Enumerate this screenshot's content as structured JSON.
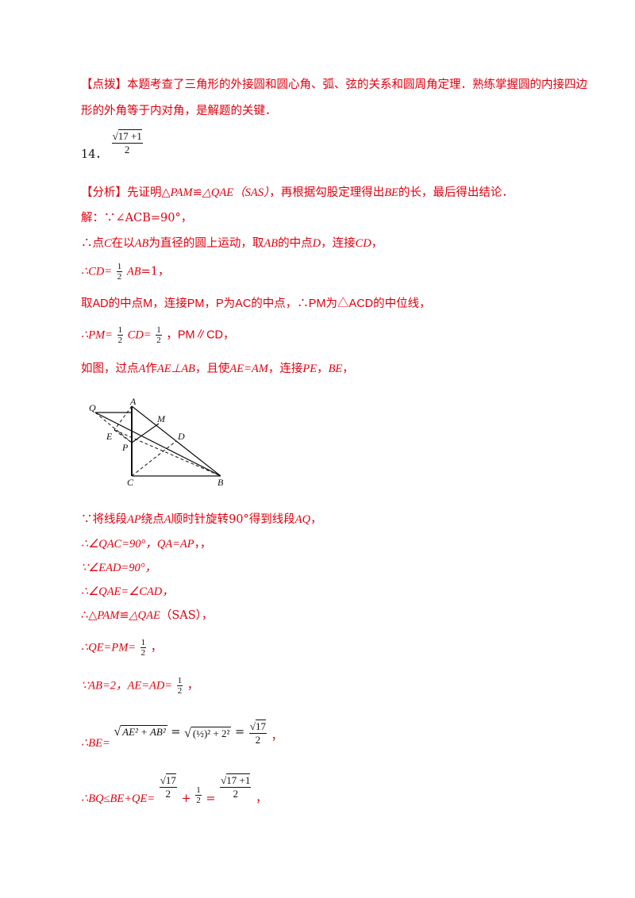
{
  "hint": {
    "tag": "【点拨】",
    "text_1": "本题考查了三角形的外接圆和圆心角、弧、弦的关系和圆周角定理．熟练掌握圆的内接四边",
    "text_2": "形的外角等于内对角，是解题的关键．"
  },
  "q14": {
    "number": "14．",
    "answer_num": "17 +1",
    "answer_den": "2"
  },
  "analysis": {
    "tag": "【分析】",
    "text_a": "先证明△",
    "t1": "PAM",
    "text_b": "≌",
    "t2": "△QAE",
    "t3": "（SAS）",
    "text_c": "，再根据勾股定理得出",
    "t4": "BE",
    "text_d": "的长，最后得出结论．"
  },
  "steps": {
    "s1": "解：∵∠ACB=90°，",
    "s2_a": "∴点",
    "s2_c": "C",
    "s2_b": "在以",
    "s2_ab": "AB",
    "s2_d": "为直径的圆上运动，取",
    "s2_ab2": "AB",
    "s2_e": "的中点",
    "s2_dd": "D",
    "s2_f": "，连接",
    "s2_cd": "CD",
    "s2_g": "，",
    "s3_a": "∴CD=",
    "s3_b": "AB",
    "s3_c": "=1，",
    "s4": "取AD的中点M，连接PM，P为AC的中点，∴PM为△ACD的中位线，",
    "s5_a": "∴PM=",
    "s5_b": "CD=",
    "s5_c": "，PM∥CD，",
    "s6_a": "如图，过点",
    "s6_p": "A",
    "s6_b": "作",
    "s6_ae": "AE⊥AB",
    "s6_c": "，且使",
    "s6_eq": "AE=AM",
    "s6_d": "，连接",
    "s6_pe": "PE",
    "s6_e": "，",
    "s6_be": "BE",
    "s6_f": "，",
    "r1_a": "∵将线段",
    "r1_ap": "AP",
    "r1_b": "绕点",
    "r1_a2": "A",
    "r1_c": "顺时针旋转90°得到线段",
    "r1_aq": "AQ",
    "r1_d": "，",
    "r2_a": "∴∠QAC=90°，",
    "r2_b": "QA=AP",
    "r2_c": "，，",
    "r3": "∵∠EAD=90°，",
    "r4": "∴∠QAE=∠CAD，",
    "r5_a": "∴△",
    "r5_b": "PAM",
    "r5_c": "≌",
    "r5_d": "△QAE",
    "r5_e": "（SAS），",
    "r6_a": "∴QE=PM=",
    "r6_b": "，",
    "r7_a": "∵AB=2，",
    "r7_b": "AE=AD=",
    "r7_c": "，",
    "r8_a": "∴BE=",
    "r8_rad1": "AE² + AB²",
    "r8_eq": "=",
    "r8_rad2": "(½)² + 2²",
    "r8_eq2": "=",
    "r8_end": "，",
    "r9_a": "∴BQ≤BE+QE=",
    "r9_plus": "+",
    "r9_eq": "=",
    "r9_end": "，"
  },
  "fractions": {
    "half_num": "1",
    "half_den": "2",
    "sqrt17": "17",
    "sqrt17_den": "2",
    "sqrt17p1_num": "17 +1",
    "sqrt17p1_den": "2"
  },
  "figure": {
    "labels": [
      "Q",
      "A",
      "M",
      "D",
      "E",
      "P",
      "C",
      "B"
    ]
  }
}
